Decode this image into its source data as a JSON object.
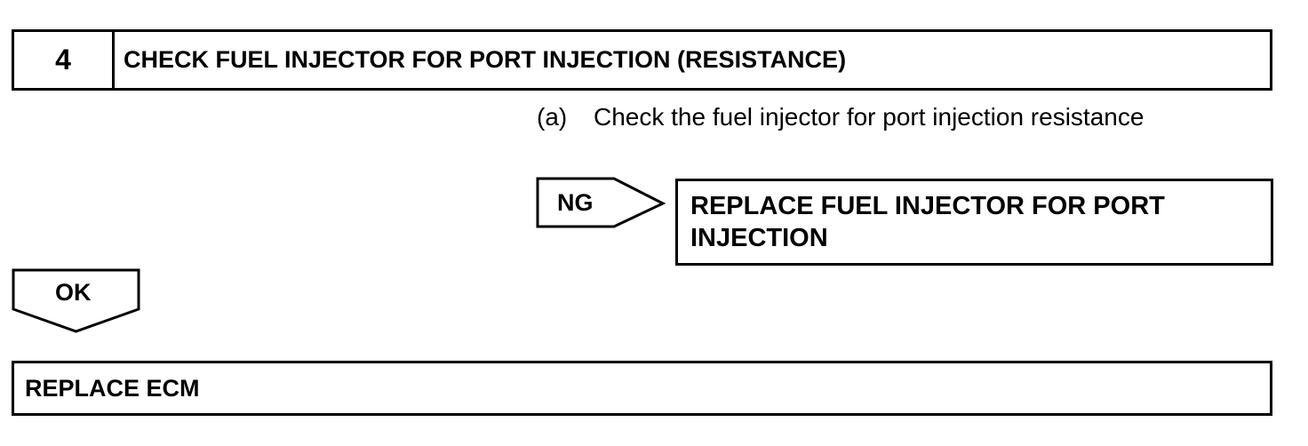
{
  "step": {
    "number": "4",
    "title": "CHECK FUEL INJECTOR FOR PORT INJECTION (RESISTANCE)"
  },
  "instruction": {
    "marker": "(a)",
    "text": "Check the fuel injector for port injection resistance"
  },
  "ng_branch": {
    "tag": "NG",
    "result_lines": [
      "REPLACE FUEL INJECTOR FOR PORT",
      "INJECTION"
    ]
  },
  "ok_branch": {
    "tag": "OK",
    "result": "REPLACE ECM"
  }
}
